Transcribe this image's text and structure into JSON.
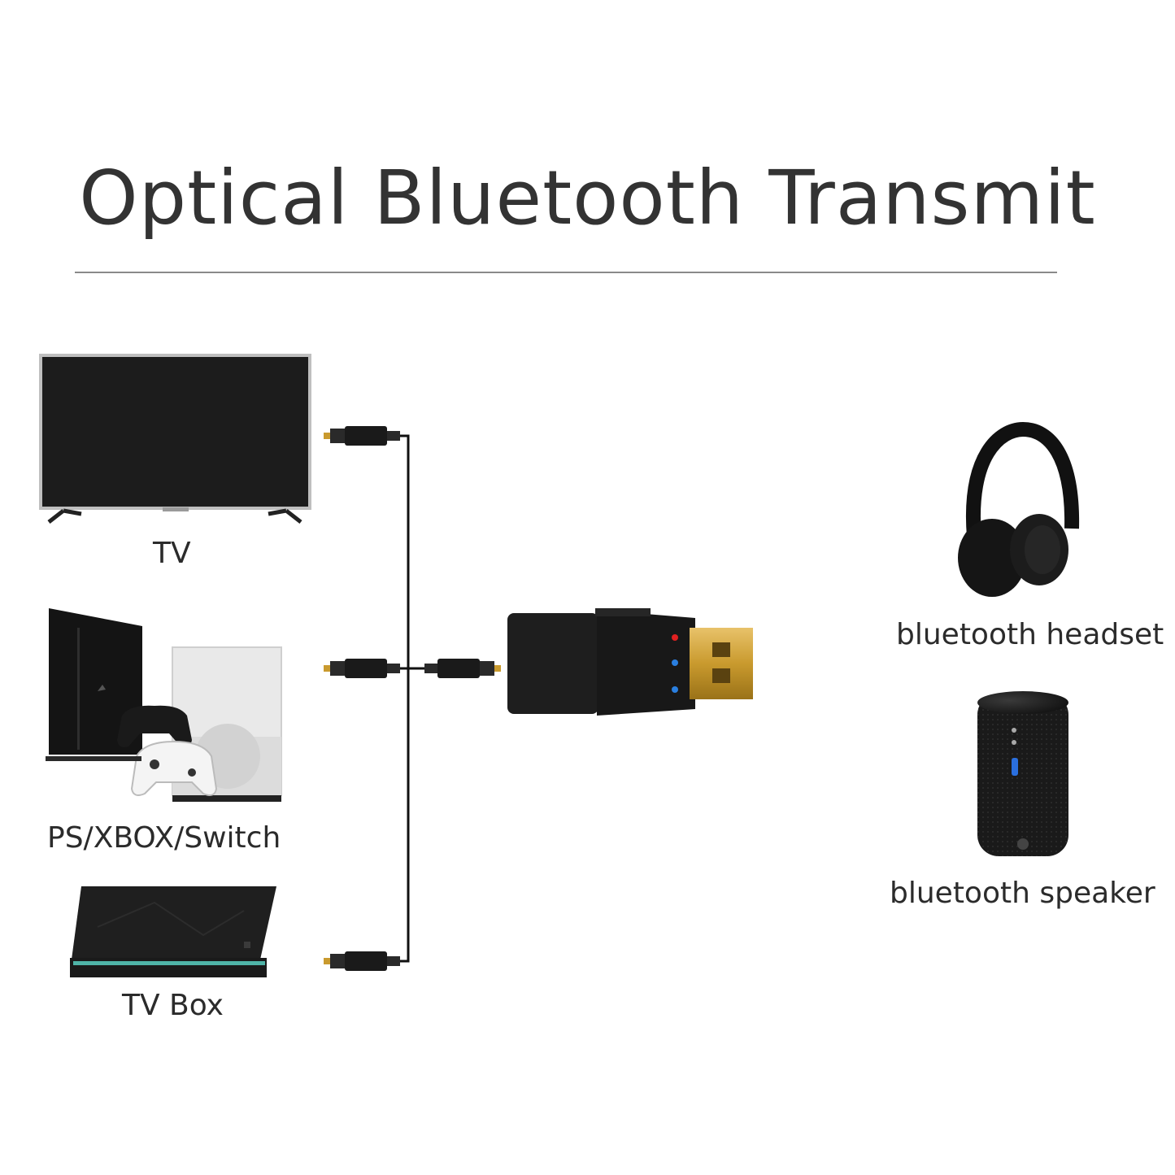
{
  "title": "Optical Bluetooth Transmit",
  "sources": [
    {
      "label": "TV"
    },
    {
      "label": "PS/XBOX/Switch"
    },
    {
      "label": "TV Box"
    }
  ],
  "outputs": [
    {
      "label": "bluetooth headset"
    },
    {
      "label": "bluetooth speaker"
    }
  ],
  "colors": {
    "title": "#333333",
    "device_black": "#1c1c1c",
    "usb_gold": "#c99a2e",
    "led_red": "#e02020",
    "led_blue": "#2a7fe0",
    "cable": "#111111"
  }
}
